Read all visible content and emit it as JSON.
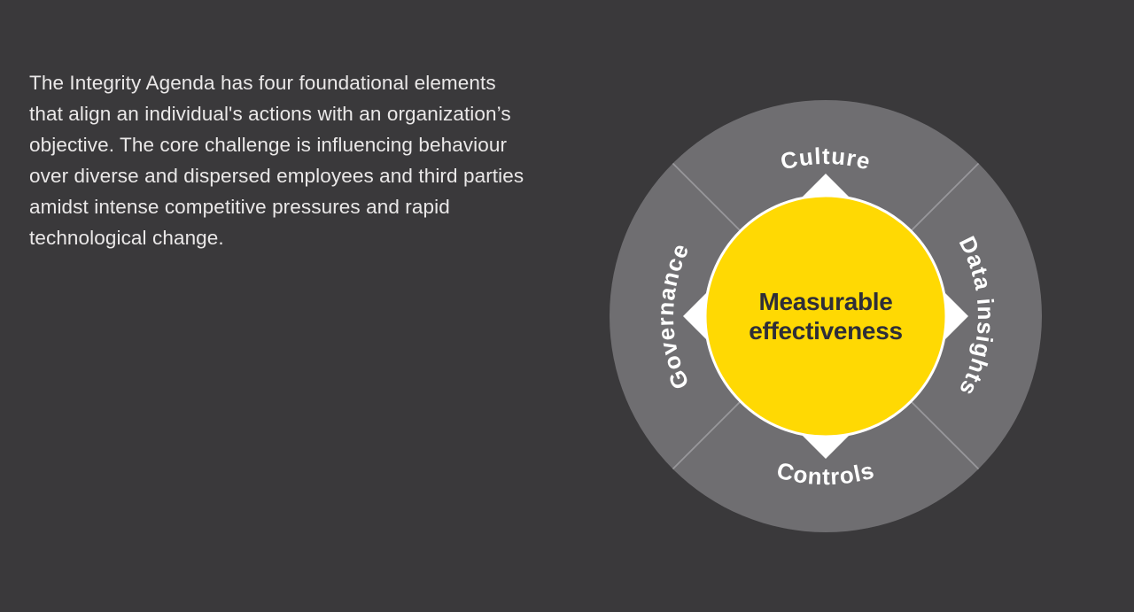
{
  "slide": {
    "intro_text": "The Integrity Agenda has four foundational elements\nthat align an individual's actions with an organization’s\nobjective. The core challenge is influencing behaviour\nover diverse and dispersed employees and third parties\namidst intense competitive pressures and rapid\ntechnological change."
  },
  "diagram": {
    "center_label": {
      "line1": "Measurable",
      "line2": "effectiveness"
    },
    "segments": [
      {
        "label": "Culture",
        "position": "top"
      },
      {
        "label": "Data insights",
        "position": "right"
      },
      {
        "label": "Controls",
        "position": "bottom"
      },
      {
        "label": "Governance",
        "position": "left"
      }
    ],
    "colors": {
      "background": "#3A393B",
      "ring_gray": "#6F6E71",
      "divider_line": "#98979B",
      "star_white": "#FFFFFF",
      "core_yellow": "#FFD903",
      "center_text": "#2E2E38",
      "segment_text": "#FFFFFF",
      "intro_text": "#EAE8E8"
    }
  }
}
